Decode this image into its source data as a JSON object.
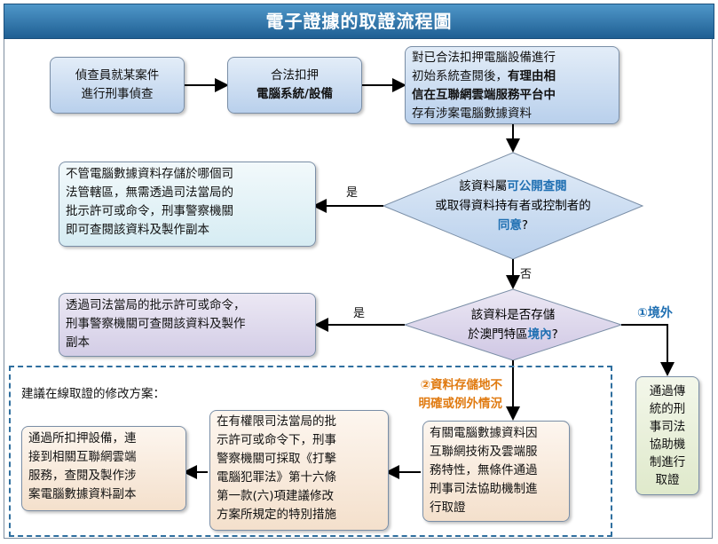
{
  "title": "電子證據的取證流程圖",
  "boxes": {
    "investigator_l1": "偵查員就某案件",
    "investigator_l2": "進行刑事偵查",
    "seize_l1": "合法扣押",
    "seize_l2": "電腦系統/設備",
    "review_l1": "對已合法扣押電腦設備進行",
    "review_l2a": "初始系統查閱後，",
    "review_l2b": "有理由相",
    "review_l3": "信在互聯網雲端服務平台中",
    "review_l4": "存有涉案電腦數據資料",
    "noapproval_l1": "不管電腦數據資料存儲於哪個司",
    "noapproval_l2": "法管轄區，無需透過司法當局的",
    "noapproval_l3": "批示許可或命令，刑事警察機關",
    "noapproval_l4": "即可查閱該資料及製作副本",
    "judicial_l1": "透過司法當局的批示許可或命令，",
    "judicial_l2": "刑事警察機關可查閱該資料及製作",
    "judicial_l3": "副本",
    "mla_l1": "通過傳",
    "mla_l2": "統的刑",
    "mla_l3": "事司法",
    "mla_l4": "協助機",
    "mla_l5": "制進行",
    "mla_l6": "取證",
    "nocond_l1": "有關電腦數據資料因",
    "nocond_l2": "互聯網技術及雲端服",
    "nocond_l3": "務特性，無條件通過",
    "nocond_l4": "刑事司法協助機制進",
    "nocond_l5": "行取證",
    "special_l1": "在有權限司法當局的批",
    "special_l2": "示許可或命令下，刑事",
    "special_l3": "警察機關可採取《打擊",
    "special_l4": "電腦犯罪法》第十六條",
    "special_l5": "第一款(六)項建議修改",
    "special_l6": "方案所規定的特別措施",
    "connect_l1": "通過所扣押設備，連",
    "connect_l2": "接到相關互聯網雲端",
    "connect_l3": "服務，查閱及製作涉",
    "connect_l4": "案電腦數據資料副本"
  },
  "decisions": {
    "d1_l1a": "該資料屬",
    "d1_l1b": "可公開查閱",
    "d1_l2": "或取得資料持有者或控制者的",
    "d1_l3a": "同意",
    "d1_l3b": "?",
    "d2_l1": "該資料是否存儲",
    "d2_l2a": "於澳門特區",
    "d2_l2b": "境內",
    "d2_l2c": "?"
  },
  "labels": {
    "yes1": "是",
    "no1": "否",
    "yes2": "是",
    "overseas": "①境外",
    "exception_l1": "②資料存儲地不",
    "exception_l2": "明確或例外情況",
    "proposal": "建議在線取證的修改方案："
  },
  "colors": {
    "title_bar": "#2a6fa6",
    "highlight_blue": "#1f6fb2",
    "highlight_orange": "#e07b12",
    "dashed_border": "#2f6f9f",
    "diamond_fill": "#c9dcef",
    "diamond2_fill": "#d3cde6"
  }
}
